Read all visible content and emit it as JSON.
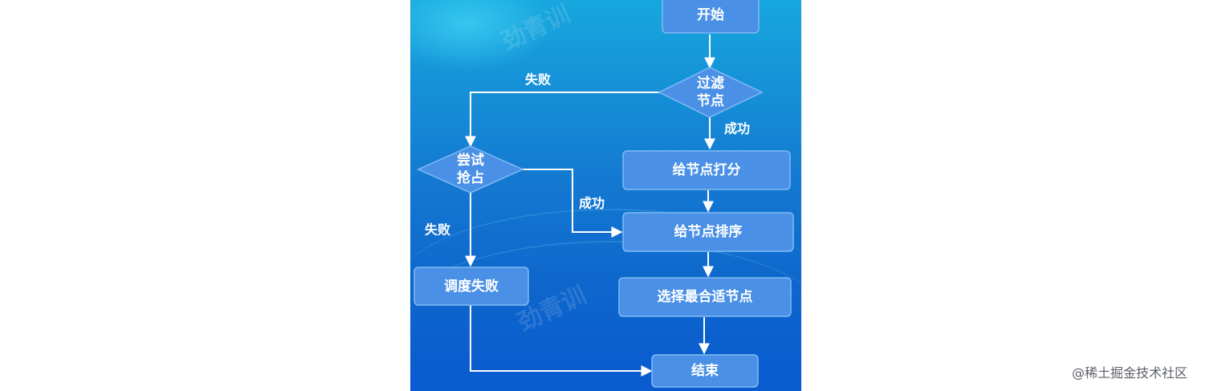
{
  "diagram": {
    "nodes": {
      "start": "开始",
      "filter_line1": "过滤",
      "filter_line2": "节点",
      "preempt_line1": "尝试",
      "preempt_line2": "抢占",
      "score": "给节点打分",
      "sort": "给节点排序",
      "select": "选择最合适节点",
      "sched_fail": "调度失败",
      "end": "结束"
    },
    "edges": {
      "filter_fail": "失败",
      "filter_success": "成功",
      "preempt_success": "成功",
      "preempt_fail": "失败"
    },
    "colors": {
      "node_fill": "#4a90e6",
      "node_stroke": "#7fbaf2",
      "arrow": "#ffffff"
    }
  },
  "credit": "@稀土掘金技术社区"
}
